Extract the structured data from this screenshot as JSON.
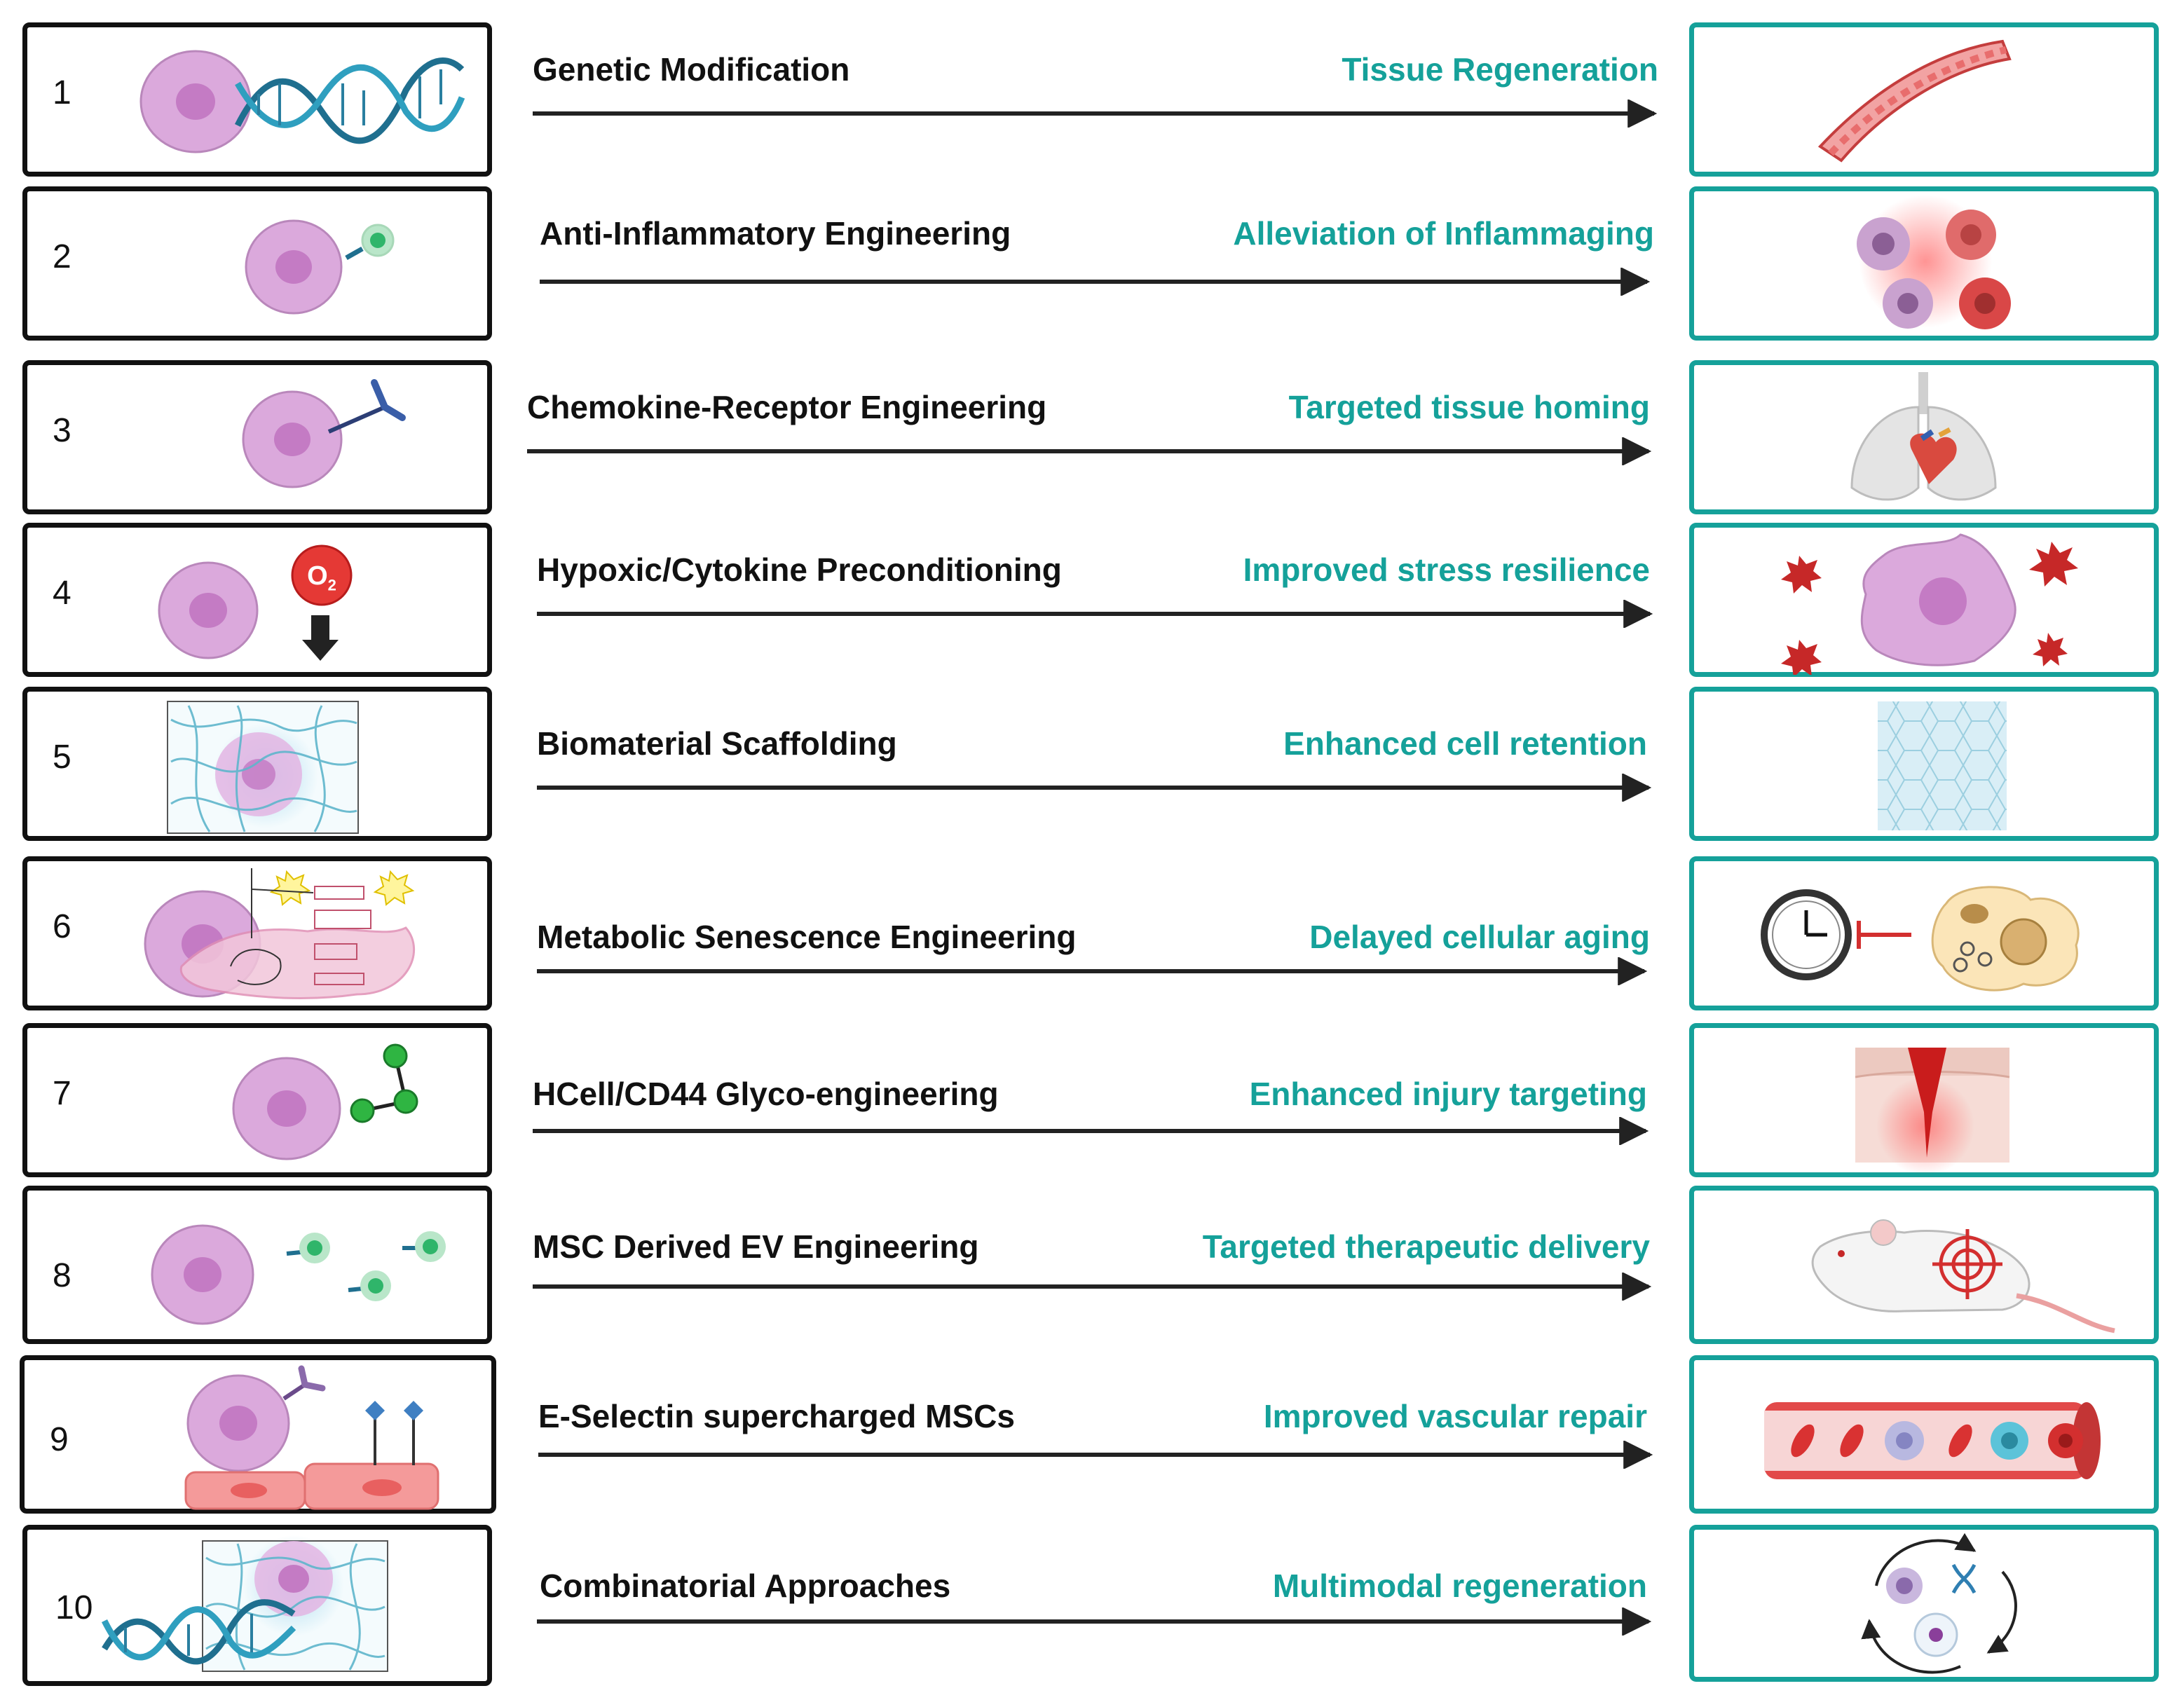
{
  "rows": [
    {
      "number": "1",
      "method": "Genetic Modification",
      "outcome": "Tissue Regeneration",
      "left_icon": "cell-with-dna-icon",
      "right_icon": "blood-vessel-segment-icon"
    },
    {
      "number": "2",
      "method": "Anti-Inflammatory Engineering",
      "outcome": "Alleviation of Inflammaging",
      "left_icon": "cell-with-vesicle-icon",
      "right_icon": "immune-cells-icon"
    },
    {
      "number": "3",
      "method": "Chemokine-Receptor Engineering",
      "outcome": "Targeted tissue homing",
      "left_icon": "cell-with-receptor-icon",
      "right_icon": "lungs-heart-icon"
    },
    {
      "number": "4",
      "method": "Hypoxic/Cytokine Preconditioning",
      "outcome": "Improved stress resilience",
      "left_icon": "cell-with-oxygen-icon",
      "right_icon": "stressed-cell-icon"
    },
    {
      "number": "5",
      "method": "Biomaterial Scaffolding",
      "outcome": "Enhanced cell retention",
      "left_icon": "scaffold-cell-icon",
      "right_icon": "hexagon-lattice-icon"
    },
    {
      "number": "6",
      "method": "Metabolic Senescence Engineering",
      "outcome": "Delayed cellular aging",
      "left_icon": "metabolic-pathway-icon",
      "right_icon": "clock-inhibit-cell-icon"
    },
    {
      "number": "7",
      "method": "HCell/CD44 Glyco-engineering",
      "outcome": "Enhanced injury targeting",
      "left_icon": "cell-with-glycan-icon",
      "right_icon": "tissue-wound-icon"
    },
    {
      "number": "8",
      "method": "MSC Derived EV Engineering",
      "outcome": "Targeted therapeutic delivery",
      "left_icon": "cell-with-evs-icon",
      "right_icon": "mouse-target-icon"
    },
    {
      "number": "9",
      "method": "E-Selectin supercharged MSCs",
      "outcome": "Improved vascular repair",
      "left_icon": "cell-endothelium-icon",
      "right_icon": "blood-vessel-cells-icon"
    },
    {
      "number": "10",
      "method": "Combinatorial Approaches",
      "outcome": "Multimodal regeneration",
      "left_icon": "dna-scaffold-icon",
      "right_icon": "cycle-icon"
    }
  ],
  "row4_symbol": {
    "text": "O",
    "subscript": "2"
  },
  "colors": {
    "teal": "#15a19a",
    "cell": "#dba9dc",
    "nucleus": "#c47bc4",
    "border": "#111111",
    "arrow": "#222222"
  }
}
